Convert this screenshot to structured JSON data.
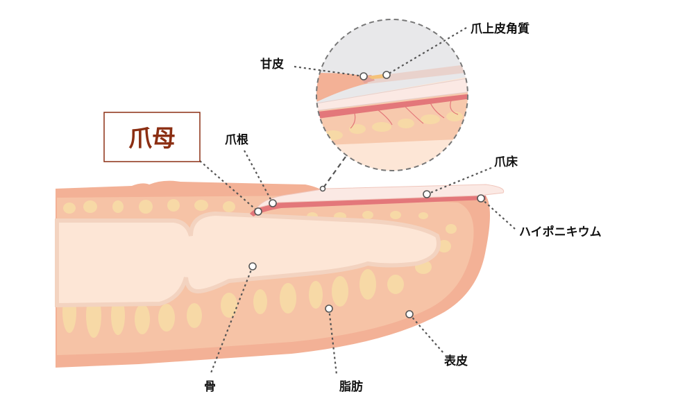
{
  "title_box": {
    "label": "爪母",
    "color": "#8b2e12"
  },
  "labels": {
    "cuticle_keratin": "爪上皮角質",
    "cuticle": "甘皮",
    "nail_root": "爪根",
    "nail_bed": "爪床",
    "hyponychium": "ハイポニキウム",
    "bone": "骨",
    "fat": "脂肪",
    "epidermis": "表皮"
  },
  "colors": {
    "skin": "#f3b196",
    "skin_dark": "#e9a285",
    "flesh": "#f7c9ad",
    "bone": "#fde6d6",
    "fat": "#f7d9a6",
    "nail": "#fbe9e4",
    "nail_bed": "#e3777a",
    "lens_bg": "#e8e8ea"
  }
}
